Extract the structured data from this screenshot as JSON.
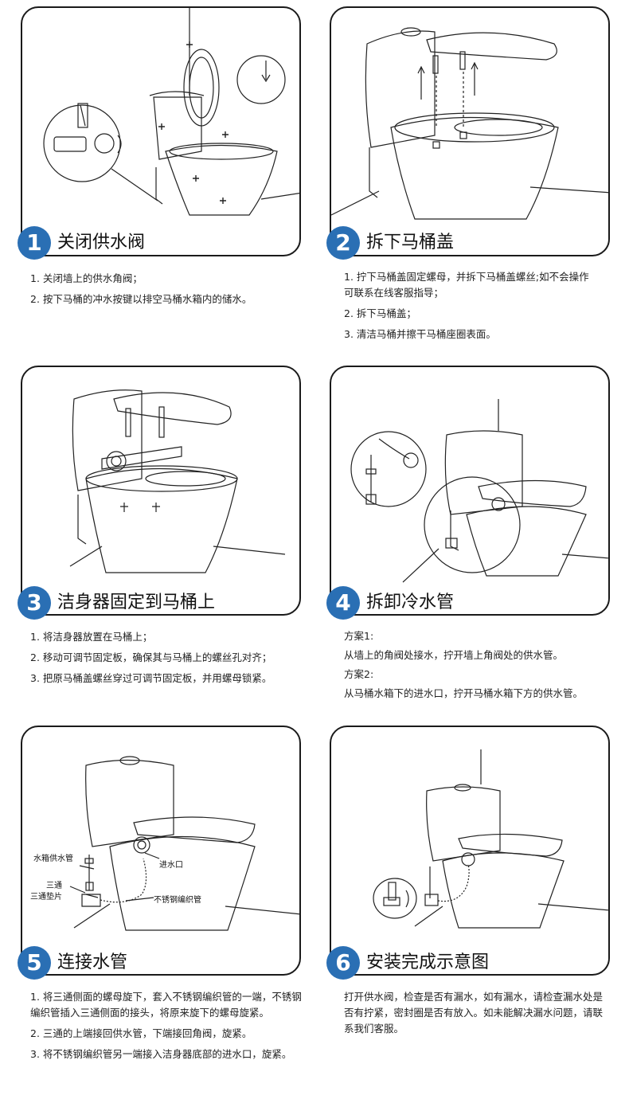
{
  "steps": [
    {
      "number": "1",
      "title": "关闭供水阀",
      "lines": [
        "1. 关闭墙上的供水角阀；",
        "2. 按下马桶的冲水按键以排空马桶水箱内的储水。"
      ]
    },
    {
      "number": "2",
      "title": "拆下马桶盖",
      "lines": [
        "1. 拧下马桶盖固定螺母，并拆下马桶盖螺丝;如不会操作可联系在线客服指导；",
        "2. 拆下马桶盖；",
        "3. 清洁马桶并擦干马桶座圈表面。"
      ]
    },
    {
      "number": "3",
      "title": "洁身器固定到马桶上",
      "lines": [
        "1. 将洁身器放置在马桶上；",
        "2. 移动可调节固定板，确保其与马桶上的螺丝孔对齐；",
        "3. 把原马桶盖螺丝穿过可调节固定板，并用螺母锁紧。"
      ]
    },
    {
      "number": "4",
      "title": "拆卸冷水管",
      "lines": [
        "方案1:",
        "从墙上的角阀处接水，拧开墙上角阀处的供水管。",
        "方案2:",
        "从马桶水箱下的进水口，拧开马桶水箱下方的供水管。"
      ]
    },
    {
      "number": "5",
      "title": "连接水管",
      "lines": [
        "1. 将三通侧面的螺母旋下，套入不锈钢编织管的一端，不锈钢编织管插入三通侧面的接头，将原来旋下的螺母旋紧。",
        "2. 三通的上端接回供水管，下端接回角阀，旋紧。",
        "3. 将不锈钢编织管另一端接入洁身器底部的进水口，旋紧。"
      ]
    },
    {
      "number": "6",
      "title": "安装完成示意图",
      "lines": [
        "打开供水阀，检查是否有漏水，如有漏水，请检查漏水处是否有拧紧，密封圈是否有放入。如未能解决漏水问题，请联系我们客服。"
      ]
    }
  ],
  "labels": {
    "tank_supply": "水箱供水管",
    "tee": "三通",
    "tee_gasket": "三通垫片",
    "inlet": "进水口",
    "braided_hose": "不锈钢编织管"
  },
  "colors": {
    "accent": "#2a6fb4",
    "border": "#1a1a1a"
  }
}
